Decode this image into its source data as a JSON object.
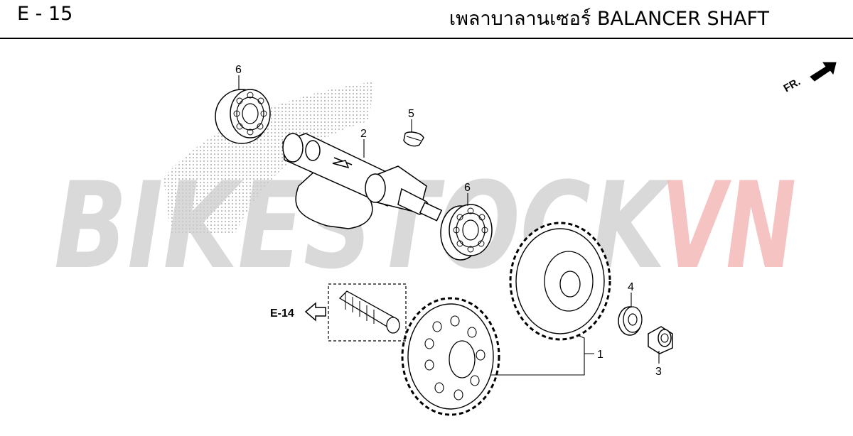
{
  "header": {
    "page_code": "E - 15",
    "title": "เพลาบาลานเซอร์  BALANCER SHAFT"
  },
  "watermark": {
    "text_gray": "BIKESTOCK",
    "text_red": "VN",
    "color_gray": "#cccccc",
    "color_red": "#f4b8b8"
  },
  "direction_label": "FR.",
  "reference": {
    "label": "E-14"
  },
  "callouts": [
    {
      "id": "bearing-top",
      "number": "6"
    },
    {
      "id": "balancer-shaft",
      "number": "2"
    },
    {
      "id": "woodruff-key",
      "number": "5"
    },
    {
      "id": "bearing-mid",
      "number": "6"
    },
    {
      "id": "washer",
      "number": "4"
    },
    {
      "id": "gear-set",
      "number": "1"
    },
    {
      "id": "nut",
      "number": "3"
    }
  ]
}
